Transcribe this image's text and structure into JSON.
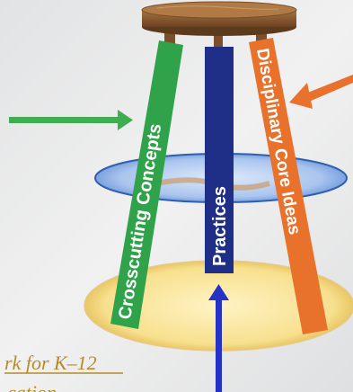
{
  "legs": {
    "left_label": "Crosscutting Concepts",
    "middle_label": "Practices",
    "right_label": "Disciplinary Core Ideas"
  },
  "caption": {
    "line1": "rk for K–12",
    "line2": "cation"
  },
  "colors": {
    "left_leg": "#2fa24a",
    "middle_leg": "#1f2e86",
    "right_leg": "#e8722c",
    "left_arrow": "#3fae53",
    "right_arrow": "#e8722c",
    "bottom_arrow": "#2432c6",
    "top_ring": "#9dbbe8",
    "bottom_ring": "#f8e39a",
    "seat": "#8a5a2d"
  },
  "icons": [
    "left-arrow-icon",
    "right-arrow-icon",
    "bottom-arrow-icon",
    "stool-seat"
  ]
}
